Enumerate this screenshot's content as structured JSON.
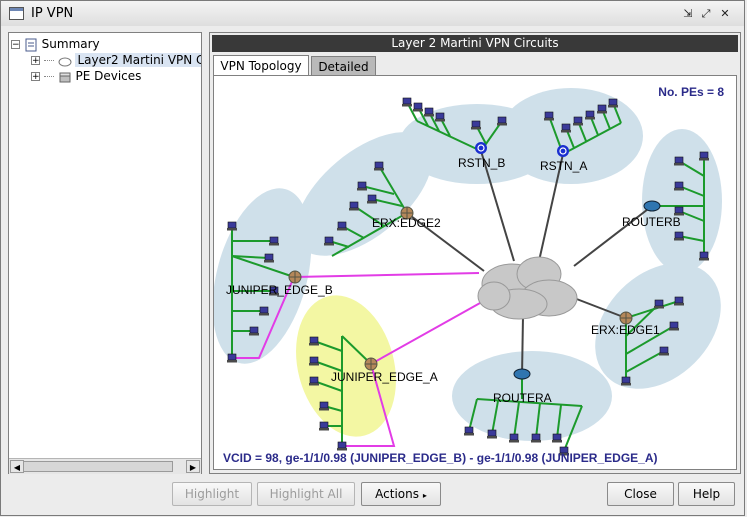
{
  "window": {
    "title": "IP VPN"
  },
  "tree": {
    "root": "Summary",
    "items": [
      {
        "label": "Layer2 Martini VPN Circu",
        "selected": true
      },
      {
        "label": "PE Devices",
        "selected": false
      }
    ]
  },
  "panel": {
    "header": "Layer 2 Martini VPN Circuits",
    "tabs": [
      {
        "label": "VPN Topology",
        "active": true
      },
      {
        "label": "Detailed",
        "active": false
      }
    ]
  },
  "topology": {
    "pe_count_label": "No. PEs = 8",
    "nodes": {
      "rstn_b": "RSTN_B",
      "rstn_a": "RSTN_A",
      "routerb": "ROUTERB",
      "erx_edge1": "ERX:EDGE1",
      "routera": "ROUTERA",
      "juniper_edge_a": "JUNIPER_EDGE_A",
      "juniper_edge_b": "JUNIPER_EDGE_B",
      "erx_edge2": "ERX:EDGE2"
    },
    "vcid_label": "VCID = 98, ge-1/1/0.98 (JUNIPER_EDGE_B) - ge-1/1/0.98 (JUNIPER_EDGE_A)",
    "colors": {
      "cluster": "#cfe0ea",
      "highlight": "#f3f7a3",
      "link": "#444444",
      "vc_link": "#e23ce6",
      "tree": "#1c9a2c"
    }
  },
  "buttons": {
    "highlight": "Highlight",
    "highlight_all": "Highlight All",
    "actions": "Actions",
    "close": "Close",
    "help": "Help"
  }
}
